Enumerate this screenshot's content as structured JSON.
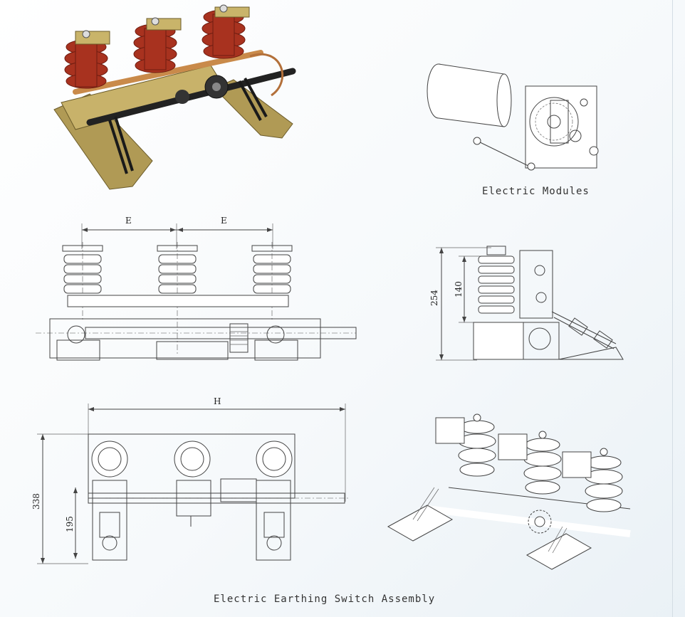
{
  "captions": {
    "electric_modules": "Electric Modules",
    "assembly": "Electric Earthing Switch Assembly"
  },
  "dimensions": {
    "front_pitch_left": "E",
    "front_pitch_right": "E",
    "side_total_height": "254",
    "side_insulator_height": "140",
    "bottom_width": "H",
    "bottom_total_height": "338",
    "bottom_mid_height": "195"
  },
  "colors": {
    "insulator": "#a8321f",
    "frame": "#b9a35a",
    "shaft": "#2b2b2b",
    "line": "#444444"
  }
}
